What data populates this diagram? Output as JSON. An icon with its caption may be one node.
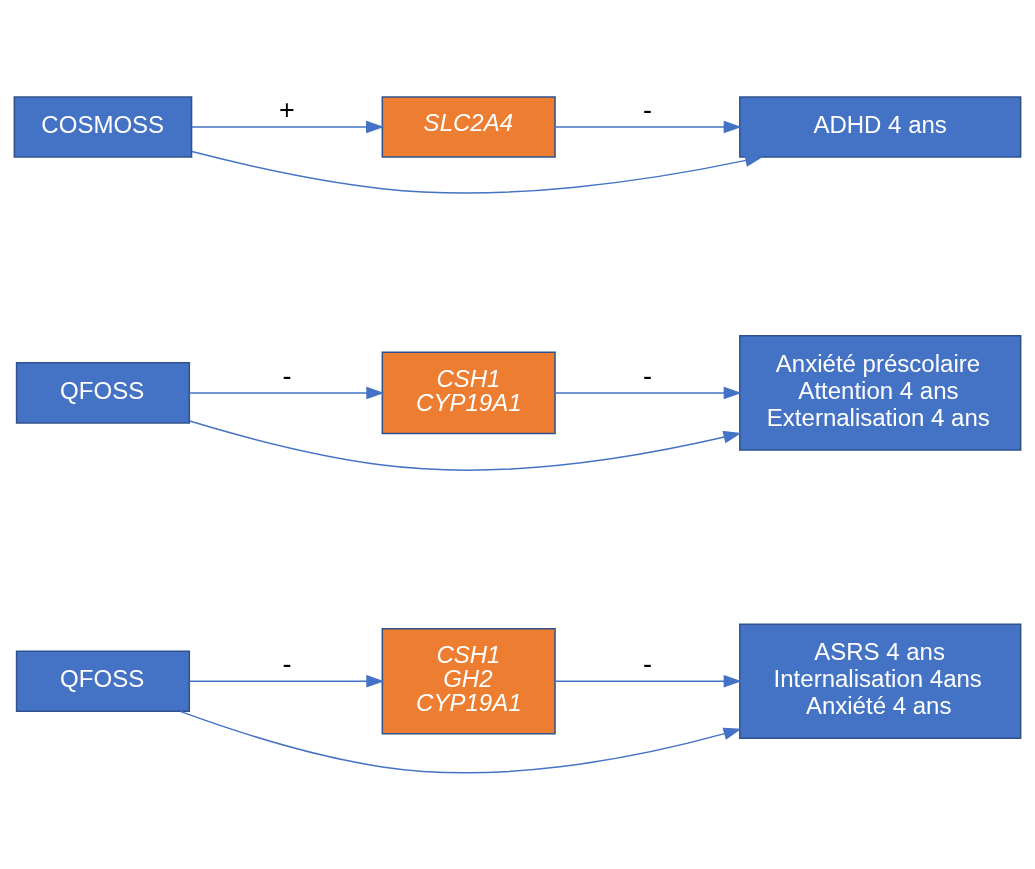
{
  "diagram": {
    "nodes": [
      {
        "text": [
          "QFOSS"
        ]
      },
      {
        "text": [
          "CSH1",
          "GH2",
          "CYP19A1"
        ]
      },
      {
        "text": [
          "ASRS 4 ans",
          "Internalisation 4ans",
          "Anxiété 4 ans"
        ]
      },
      {
        "text": [
          "QFOSS"
        ]
      },
      {
        "text": [
          "CSH1",
          "CYP19A1"
        ]
      },
      {
        "text": [
          "Anxiété préscolaire",
          "Attention 4 ans",
          "Externalisation 4 ans"
        ]
      },
      {
        "text": [
          "COSMOSS"
        ]
      },
      {
        "text": [
          "SLC2A4"
        ]
      },
      {
        "text": [
          "ADHD 4 ans"
        ]
      }
    ],
    "edges": [
      {
        "from": 0,
        "to": 1,
        "arrow": "to",
        "label": "-"
      },
      {
        "from": 1,
        "to": 2,
        "arrow": "to",
        "label": "-"
      },
      {
        "from": 0,
        "to": 2,
        "arrow": "to"
      },
      {
        "from": 3,
        "to": 4,
        "arrow": "to",
        "label": "-"
      },
      {
        "from": 4,
        "to": 5,
        "arrow": "to",
        "label": "-"
      },
      {
        "from": 3,
        "to": 5,
        "arrow": "to"
      },
      {
        "from": 6,
        "to": 7,
        "arrow": "to",
        "label": "+"
      },
      {
        "from": 7,
        "to": 8,
        "arrow": "to",
        "label": "-"
      },
      {
        "from": 6,
        "to": 8,
        "arrow": "to"
      }
    ]
  }
}
